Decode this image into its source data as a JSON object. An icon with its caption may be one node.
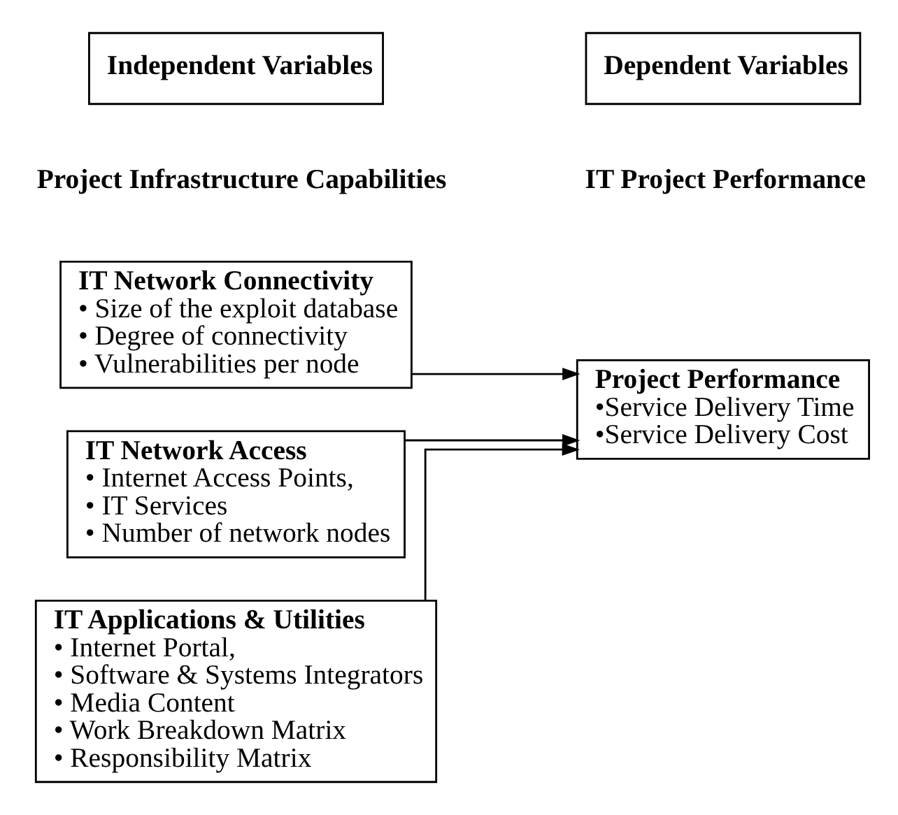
{
  "diagram": {
    "nodes": [
      {
        "text": [
          "Independent Variables"
        ]
      },
      {
        "text": [
          "Dependent Variables"
        ]
      },
      {
        "text": [
          "IT Network Connectivity",
          "• Size of the exploit database",
          "• Degree of connectivity",
          "• Vulnerabilities per node"
        ]
      },
      {
        "text": [
          "IT Network Access",
          "• Internet Access Points,",
          "• IT Services",
          "• Number of network nodes"
        ]
      },
      {
        "text": [
          "IT Applications & Utilities",
          "• Internet Portal,",
          "• Software & Systems Integrators",
          "• Media Content",
          "• Work Breakdown Matrix",
          "• Responsibility Matrix"
        ]
      },
      {
        "text": [
          "Project Performance",
          "•Service Delivery Time",
          "•Service Delivery Cost"
        ]
      }
    ],
    "edges": [
      {
        "from": 2,
        "to": 5,
        "arrow": "to"
      },
      {
        "from": 3,
        "to": 5,
        "arrow": "to"
      },
      {
        "from": 4,
        "to": 5,
        "arrow": "to"
      }
    ],
    "labels": [
      "Project Infrastructure Capabilities",
      "IT Project Performance"
    ]
  }
}
